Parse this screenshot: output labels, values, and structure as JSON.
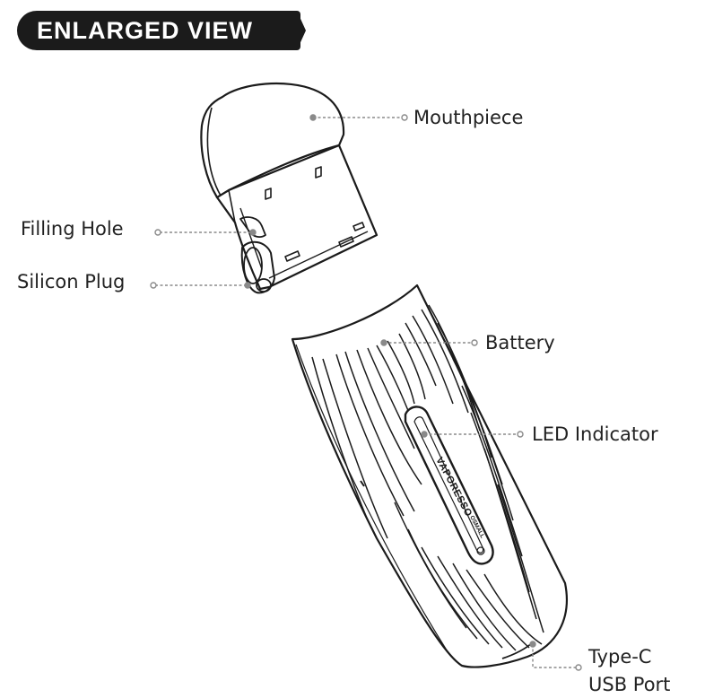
{
  "header": {
    "title": "ENLARGED VIEW"
  },
  "labels": {
    "mouthpiece": "Mouthpiece",
    "filling_hole": "Filling Hole",
    "silicon_plug": "Silicon Plug",
    "battery": "Battery",
    "led_indicator": "LED Indicator",
    "typec_line1": "Type-C",
    "typec_line2": "USB Port"
  },
  "device": {
    "brand_text": "VAPORESSO",
    "model_text": "OSMALL"
  },
  "colors": {
    "ink": "#1b1b1b",
    "leader": "#8a8a8a",
    "text": "#222222"
  }
}
